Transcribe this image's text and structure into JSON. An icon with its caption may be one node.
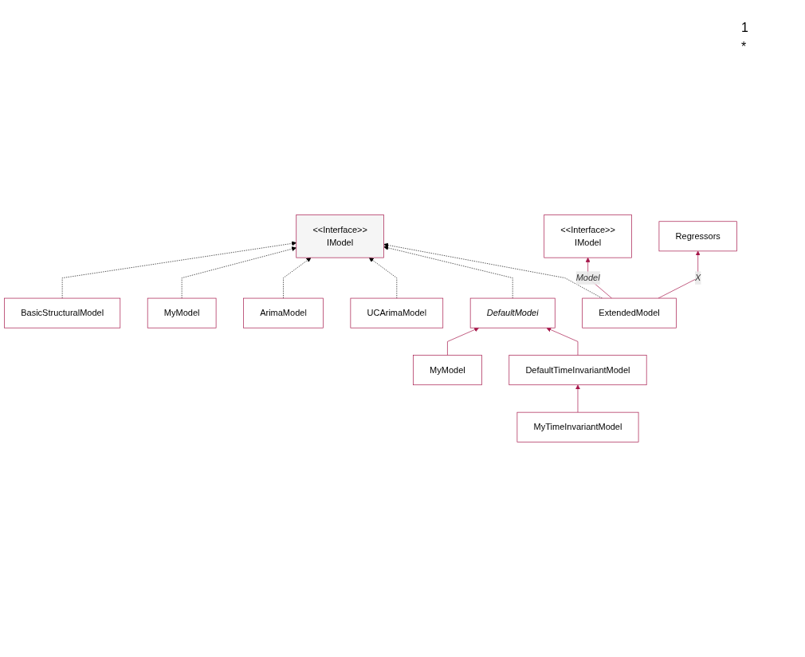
{
  "diagram": {
    "nodes": [
      {
        "text": [
          "BasicStructuralModel"
        ]
      },
      {
        "text": [
          "MyModel"
        ]
      },
      {
        "text": [
          "ArimaModel"
        ]
      },
      {
        "text": [
          "<<Interface>>",
          "IModel"
        ]
      },
      {
        "text": [
          "UCArimaModel"
        ]
      },
      {
        "text": [
          "ExtendedModel"
        ]
      },
      {
        "text": [
          "MyModel"
        ]
      },
      {
        "text": [
          "DefaultModel"
        ]
      },
      {
        "text": [
          "DefaultTimeInvariantModel"
        ]
      },
      {
        "text": [
          "<<Interface>>",
          "IModel"
        ]
      },
      {
        "text": [
          "Regressors"
        ]
      },
      {
        "text": [
          "MyTimeInvariantModel"
        ]
      }
    ],
    "edges": [
      {
        "from": 0,
        "to": 3,
        "arrow": "to",
        "style": "dashed"
      },
      {
        "from": 1,
        "to": 3,
        "arrow": "to",
        "style": "dashed"
      },
      {
        "from": 2,
        "to": 3,
        "arrow": "to",
        "style": "dashed"
      },
      {
        "from": 4,
        "to": 3,
        "arrow": "to",
        "style": "dashed"
      },
      {
        "from": 7,
        "to": 3,
        "arrow": "to",
        "style": "dashed"
      },
      {
        "from": 5,
        "to": 3,
        "arrow": "to",
        "style": "dashed"
      },
      {
        "from": 6,
        "to": 7,
        "arrow": "to",
        "color": "#a6164a"
      },
      {
        "from": 5,
        "to": 9,
        "arrow": "to",
        "label": "Model",
        "color": "#a6164a"
      },
      {
        "from": 5,
        "to": 10,
        "arrow": "to",
        "label": "X",
        "color": "#a6164a"
      },
      {
        "from": 8,
        "to": 7,
        "arrow": "to",
        "color": "#a6164a"
      },
      {
        "from": 11,
        "to": 8,
        "arrow": "to",
        "color": "#a6164a"
      }
    ],
    "labels": [
      "1",
      "*"
    ]
  }
}
